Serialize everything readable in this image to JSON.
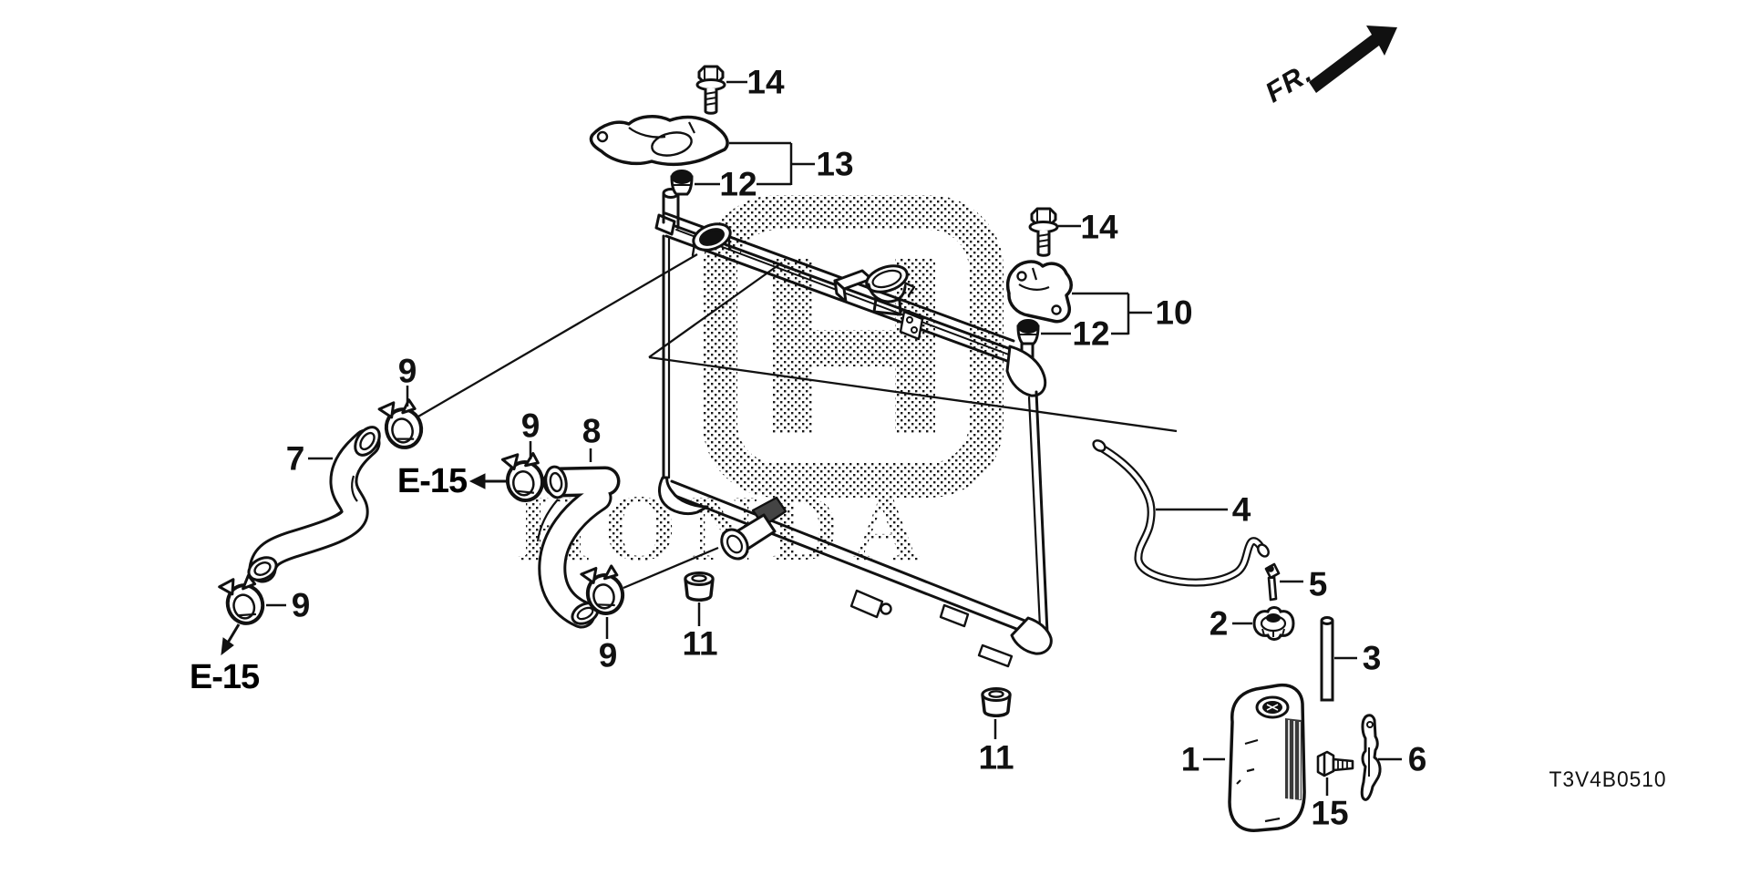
{
  "diagram": {
    "code": "T3V4B0510",
    "direction_label": "FR.",
    "watermark": "HONDA",
    "colors": {
      "line": "#111111",
      "background": "#ffffff"
    },
    "refs": {
      "e15a": "E-15",
      "e15b": "E-15"
    },
    "labels": {
      "p1": "1",
      "p2": "2",
      "p3": "3",
      "p4": "4",
      "p5": "5",
      "p6": "6",
      "p7": "7",
      "p8": "8",
      "p9a": "9",
      "p9b": "9",
      "p9c": "9",
      "p9d": "9",
      "p10": "10",
      "p11a": "11",
      "p11b": "11",
      "p12a": "12",
      "p12b": "12",
      "p13": "13",
      "p14a": "14",
      "p14b": "14",
      "p15": "15"
    }
  }
}
